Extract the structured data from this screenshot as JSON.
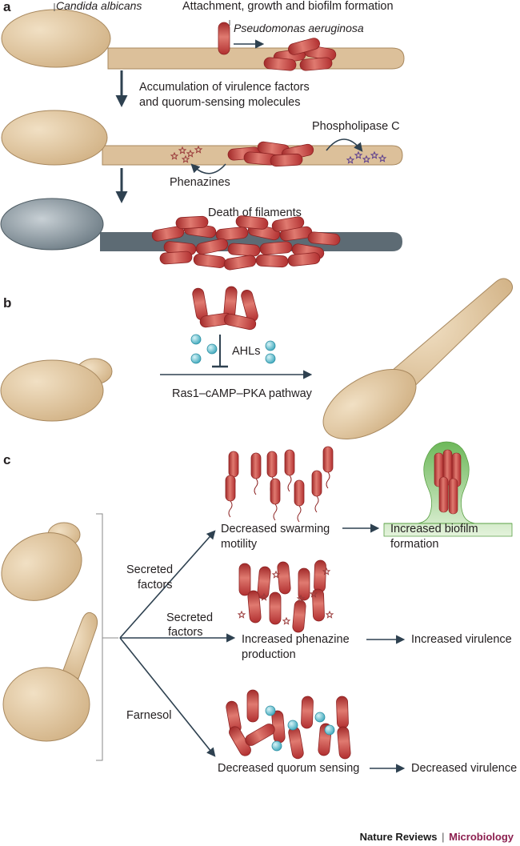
{
  "panels": {
    "a": {
      "letter": "a",
      "candida": "Candida albicans",
      "attachment": "Attachment, growth and biofilm formation",
      "pseudomonas": "Pseudomonas aeruginosa",
      "accumulation_line1": "Accumulation of virulence factors",
      "accumulation_line2": "and quorum-sensing molecules",
      "phospholipase": "Phospholipase C",
      "phenazines": "Phenazines",
      "death": "Death of filaments"
    },
    "b": {
      "letter": "b",
      "ahls": "AHLs",
      "pathway": "Ras1–cAMP–PKA pathway"
    },
    "c": {
      "letter": "c",
      "secreted1_line1": "Secreted",
      "secreted1_line2": "factors",
      "secreted2_line1": "Secreted",
      "secreted2_line2": "factors",
      "farnesol": "Farnesol",
      "swarming_line1": "Decreased swarming",
      "swarming_line2": "motility",
      "biofilm_line1": "Increased biofilm",
      "biofilm_line2": "formation",
      "phenazine_line1": "Increased phenazine",
      "phenazine_line2": "production",
      "virulence_up": "Increased virulence",
      "quorum": "Decreased quorum sensing",
      "virulence_down": "Decreased virulence"
    }
  },
  "credit": {
    "journal": "Nature Reviews",
    "separator": "|",
    "subject": "Microbiology"
  },
  "colors": {
    "fungus": "#dcc09a",
    "dead_fungus": "#7e8e98",
    "bacterium": "#c23a3a",
    "ahl": "#49b6c8",
    "arrow": "#2e4150",
    "biofilm": "#8fc97a",
    "brand": "#8c1f4f"
  }
}
